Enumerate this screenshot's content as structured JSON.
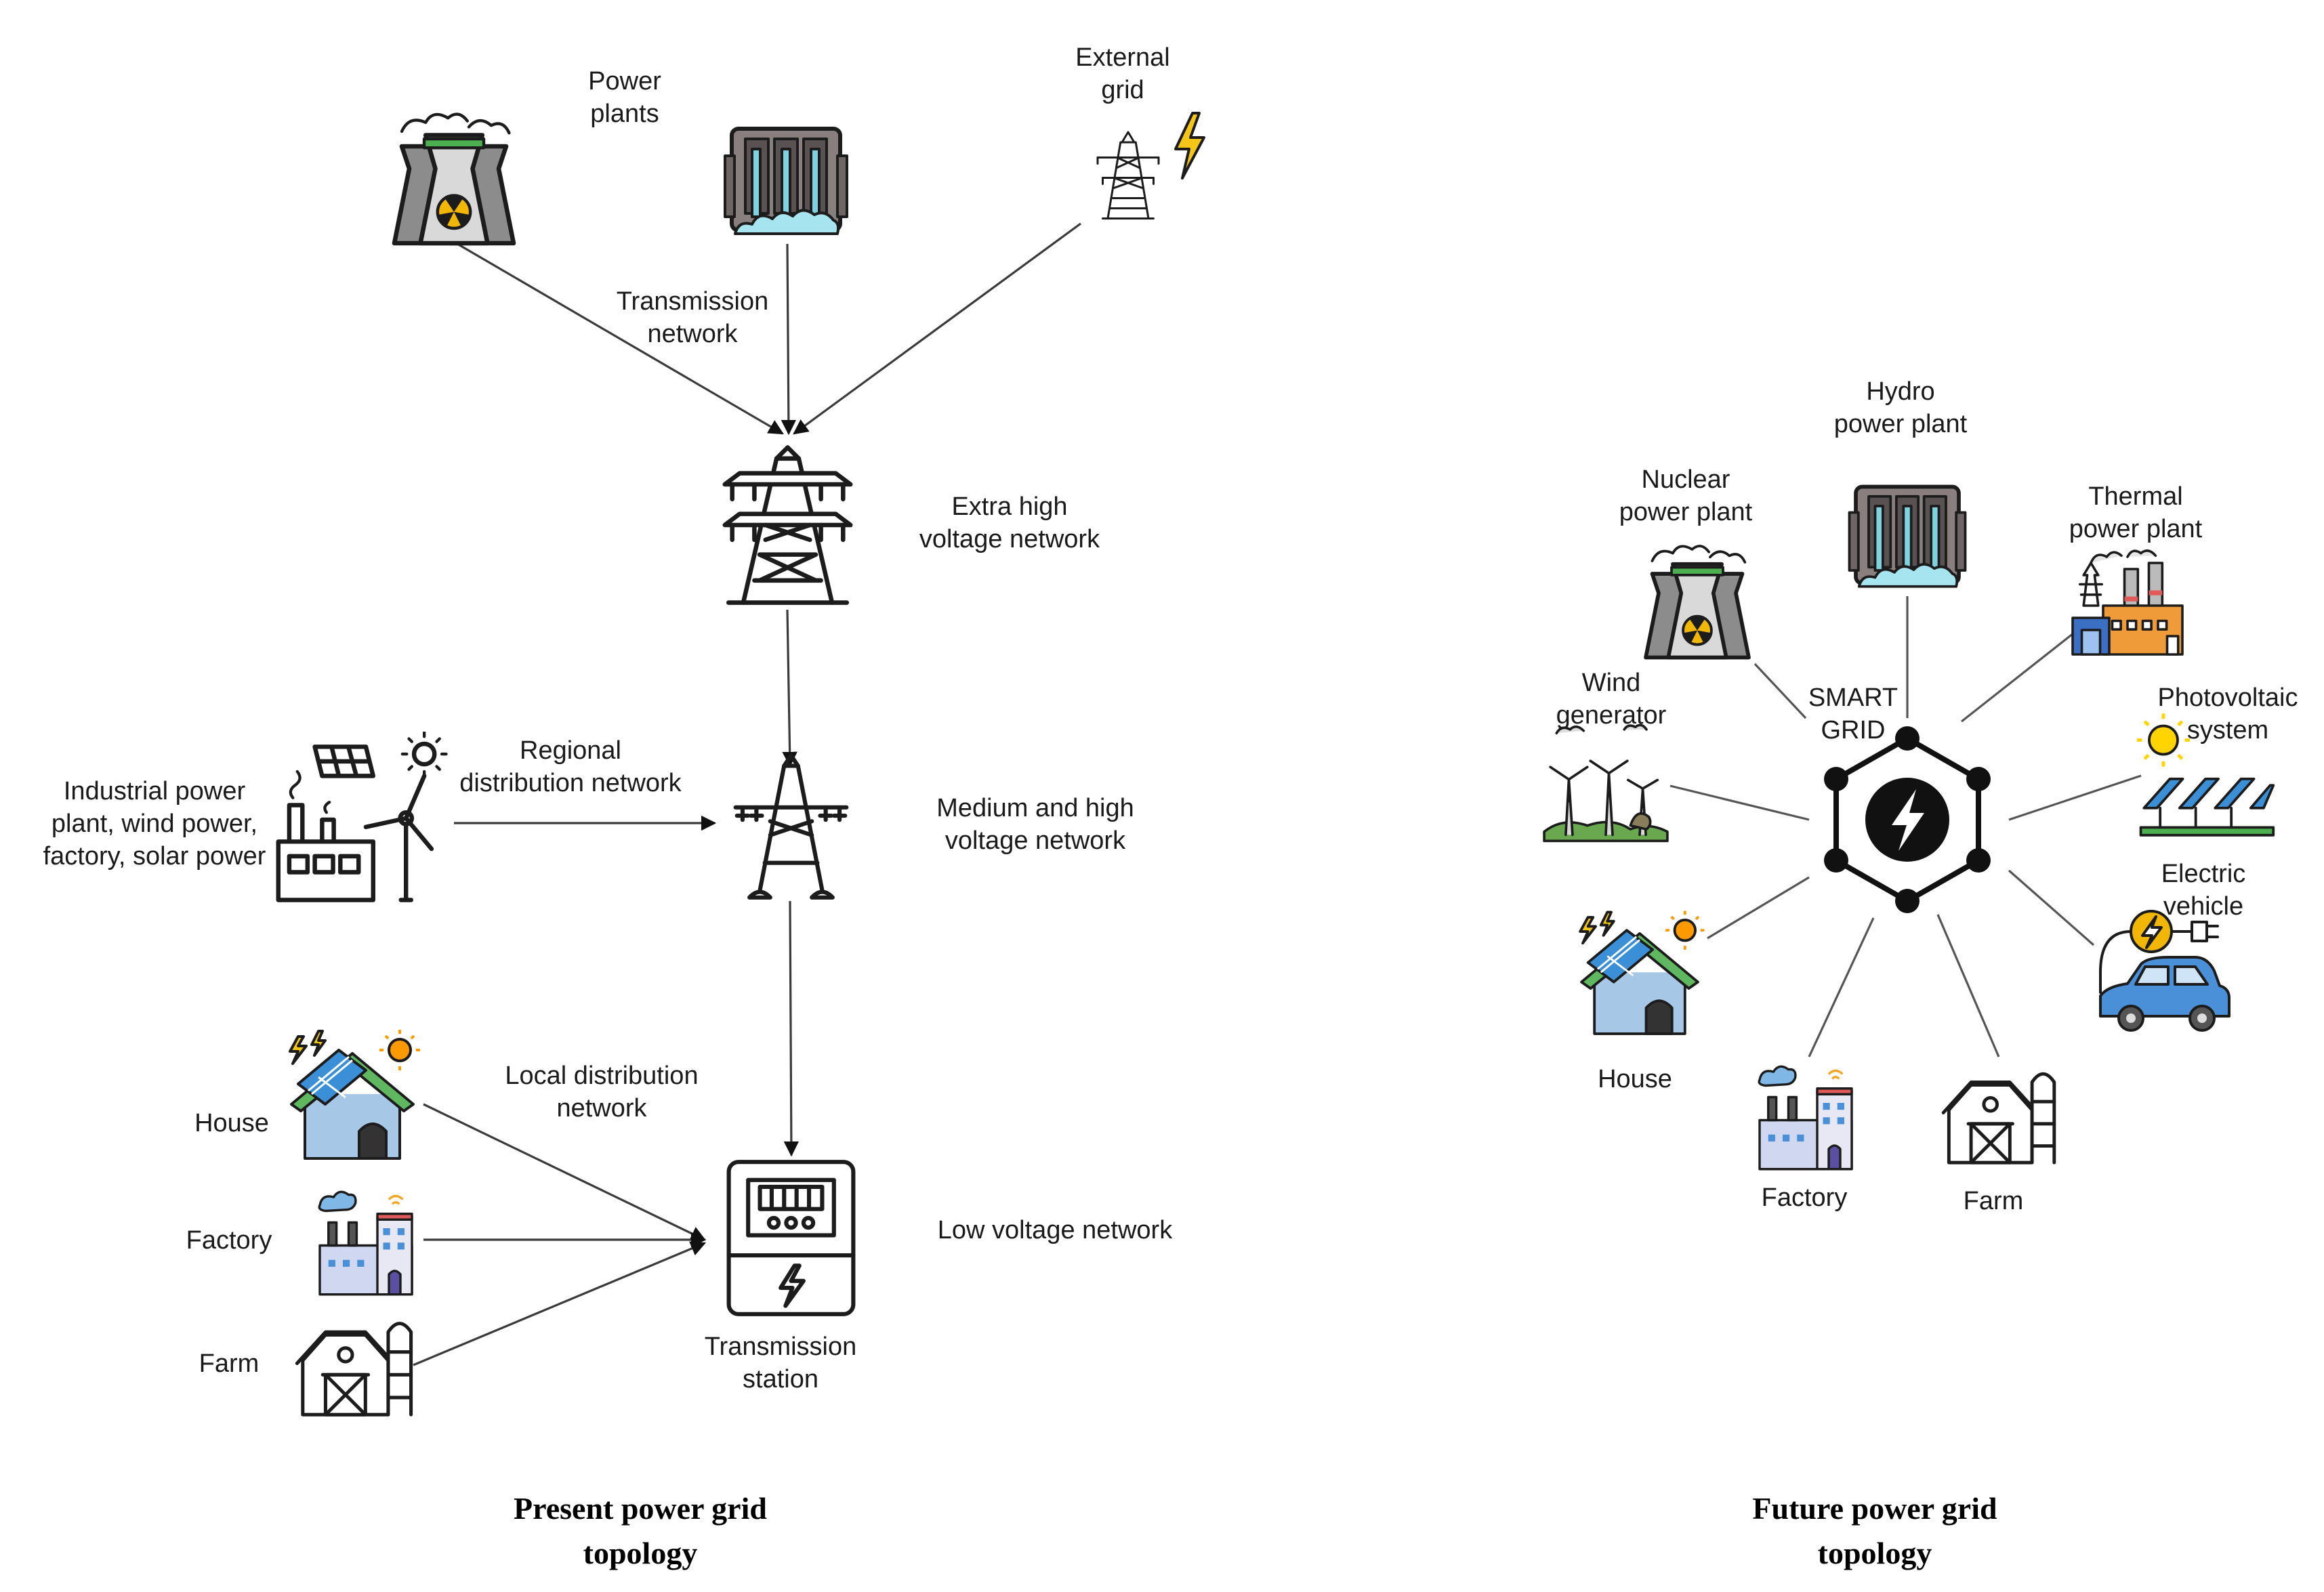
{
  "present": {
    "power_plants": "Power\nplants",
    "external_grid": "External\ngrid",
    "transmission_network": "Transmission\nnetwork",
    "extra_high_voltage": "Extra high\nvoltage network",
    "regional_distribution": "Regional\ndistribution network",
    "industrial_sources": "Industrial power\nplant, wind power,\nfactory, solar power",
    "medium_high_voltage": "Medium and  high\nvoltage network",
    "local_distribution": "Local distribution\nnetwork",
    "house": "House",
    "factory": "Factory",
    "farm": "Farm",
    "transmission_station": "Transmission\nstation",
    "low_voltage": "Low voltage network",
    "caption": "Present power grid\ntopology"
  },
  "future": {
    "hydro": "Hydro\npower plant",
    "nuclear": "Nuclear\npower plant",
    "thermal": "Thermal\npower plant",
    "wind": "Wind\ngenerator",
    "smart_grid": "SMART\nGRID",
    "photovoltaic": "Photovoltaic\nsystem",
    "electric_vehicle": "Electric\nvehicle",
    "house": "House",
    "factory": "Factory",
    "farm": "Farm",
    "caption": "Future power grid\ntopology"
  },
  "colors": {
    "concrete": "#8c8c8c",
    "green_band": "#4caf50",
    "radiation": "#f2b705",
    "water": "#7fd3e0",
    "house_wall": "#a7c7e7",
    "roof": "#5fb85f",
    "sun": "#ff9900",
    "car": "#4a90d9",
    "solar_panel": "#3b8fd6"
  }
}
